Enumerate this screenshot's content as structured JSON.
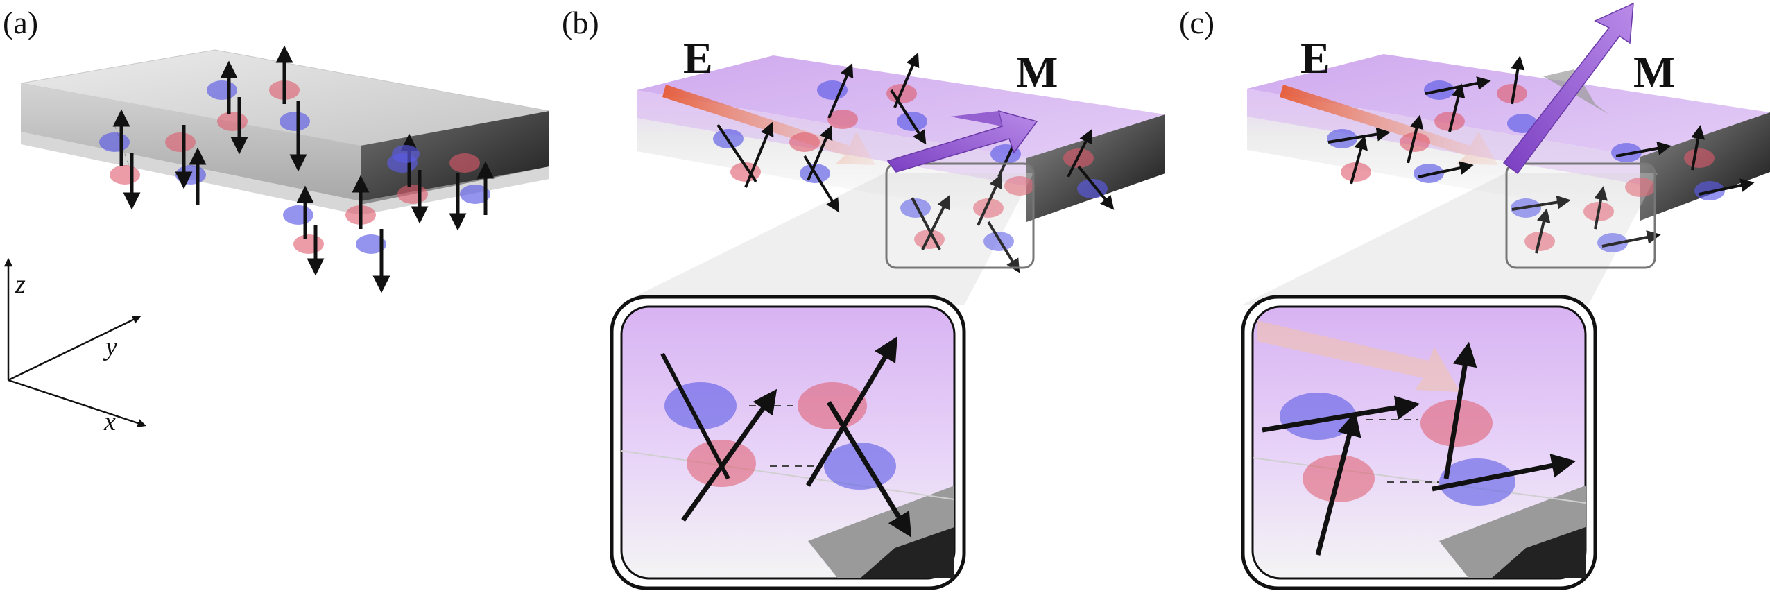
{
  "panels": {
    "a": {
      "label": "(a)"
    },
    "b": {
      "label": "(b)",
      "field_label": "E",
      "magnetization_label": "M"
    },
    "c": {
      "label": "(c)",
      "field_label": "E",
      "magnetization_label": "M"
    }
  },
  "axes": {
    "z": "z",
    "y": "y",
    "x": "x"
  },
  "colors": {
    "spin_blue": "#5a5ae6",
    "spin_red": "#e05a6a",
    "layer_purple": "#d9b8f2",
    "slab_gray": "#b5b5b5",
    "magnetization_arrow": "#9a5ad6",
    "field_arrow": "#f07a2a"
  }
}
